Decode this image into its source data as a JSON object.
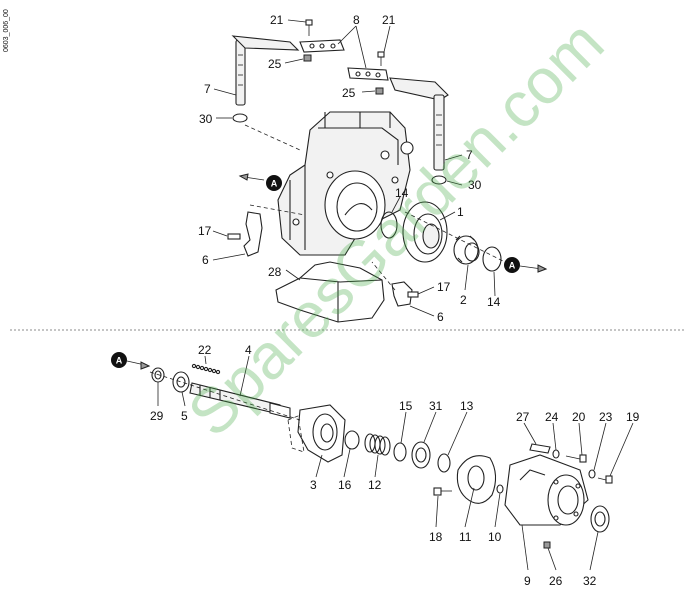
{
  "drawing_code": "0603_006_00",
  "watermark": "SparesGarden.com",
  "reference_marker": "A",
  "upper_assembly": {
    "callouts": [
      "21",
      "8",
      "21",
      "25",
      "25",
      "7",
      "30",
      "7",
      "30",
      "14",
      "1",
      "17",
      "6",
      "2",
      "14",
      "28",
      "17",
      "6"
    ]
  },
  "lower_assembly": {
    "callouts": [
      "22",
      "4",
      "29",
      "5",
      "15",
      "31",
      "13",
      "27",
      "24",
      "20",
      "23",
      "19",
      "3",
      "16",
      "12",
      "18",
      "11",
      "10",
      "9",
      "26",
      "32"
    ]
  },
  "colors": {
    "watermark": "#46aa46",
    "line": "#222222",
    "marker": "#111111"
  }
}
